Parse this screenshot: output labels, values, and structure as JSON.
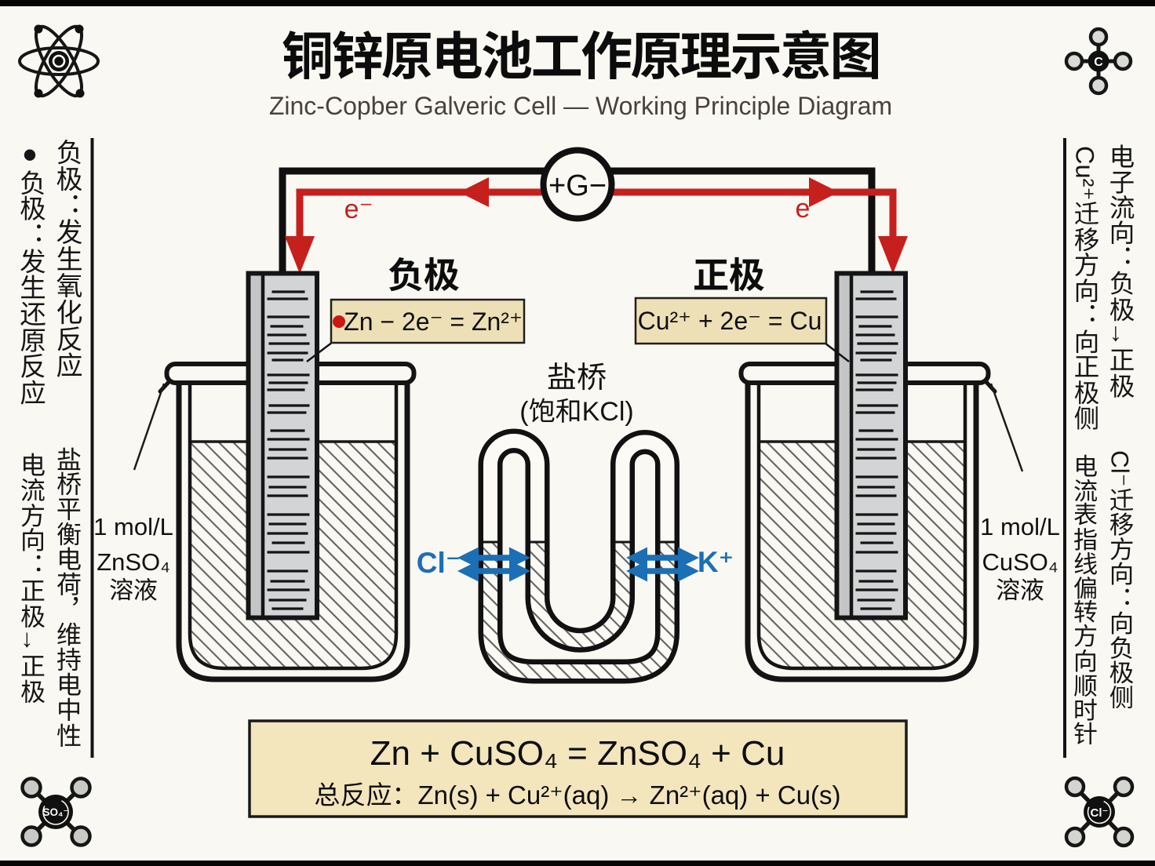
{
  "colors": {
    "background": "#faf8f3",
    "line_black": "#111111",
    "accent_red": "#c6201e",
    "ion_blue": "#1b6fb5",
    "reaction_box_tan": "#eee0b6",
    "summary_box_tan": "#f3e5bc",
    "electrode_gray": "#d2d4d5"
  },
  "header": {
    "title": "铜锌原电池工作原理示意图",
    "subtitle": "Zinc-Copber Galveric Cell — Working Principle Diagram"
  },
  "sidebar_left": {
    "top_col_outer": "●负极：发生还原反应",
    "top_col_inner": "负极：发生氧化反应",
    "bottom_col_outer": "电流方向：正极→正极",
    "bottom_col_inner": "盐桥平衡电荷，维持电中性"
  },
  "sidebar_right": {
    "top_col_inner": "Cu²⁺迁移方向：向正极侧",
    "top_col_outer": "电子流向：负极→正极",
    "bottom_col_inner": "电流表指线偏转方向顺时针",
    "bottom_col_outer": "Cl⁻迁移方向：向负极侧"
  },
  "circuit": {
    "galvanometer": "+G−",
    "electron_left": "e⁻",
    "electron_right": "e"
  },
  "electrodes": {
    "negative_label": "负极",
    "positive_label": "正极",
    "anode_reaction": "Zn − 2e⁻ = Zn²⁺",
    "cathode_reaction": "Cu²⁺ + 2e⁻ = Cu"
  },
  "salt_bridge": {
    "name": "盐桥",
    "content": "(饱和KCl)",
    "anion": "Cl⁻",
    "cation": "K⁺"
  },
  "solutions": {
    "left": [
      "1 mol/L",
      "ZnSO₄",
      "溶液"
    ],
    "right": [
      "1 mol/L",
      "CuSO₄",
      "溶液"
    ]
  },
  "summary": {
    "equation": "Zn + CuSO₄ = ZnSO₄ + Cu",
    "overall": "总反应：Zn(s) + Cu²⁺(aq) → Zn²⁺(aq) + Cu(s)"
  },
  "icons": {
    "carbon": "C",
    "sulfate": "SO₄⁻",
    "chloride": "Cl⁻"
  }
}
